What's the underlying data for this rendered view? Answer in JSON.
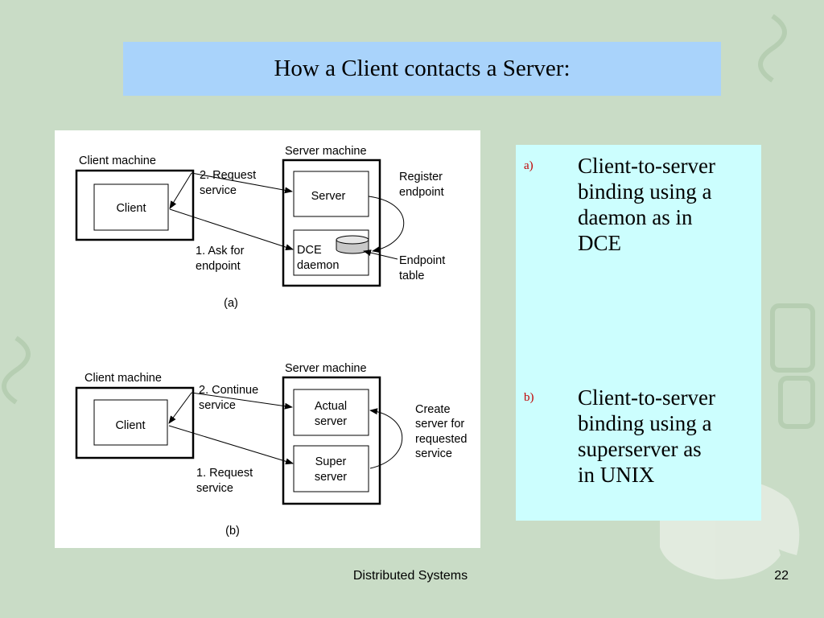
{
  "slide": {
    "title": "How a Client contacts a Server:",
    "footer": "Distributed Systems",
    "page_number": "22"
  },
  "diagram_a": {
    "server_machine_label": "Server machine",
    "client_machine_label": "Client machine",
    "client_label": "Client",
    "server_label": "Server",
    "dce_line1": "DCE",
    "dce_line2": "daemon",
    "request_line1": "2. Request",
    "request_line2": "service",
    "ask_line1": "1. Ask for",
    "ask_line2": "endpoint",
    "register_line1": "Register",
    "register_line2": "endpoint",
    "endpoint_line1": "Endpoint",
    "endpoint_line2": "table",
    "caption": "(a)"
  },
  "diagram_b": {
    "server_machine_label": "Server machine",
    "client_machine_label": "Client machine",
    "client_label": "Client",
    "actual_line1": "Actual",
    "actual_line2": "server",
    "super_line1": "Super",
    "super_line2": "server",
    "continue_line1": "2. Continue",
    "continue_line2": "service",
    "request_line1": "1. Request",
    "request_line2": "service",
    "create_line1": "Create",
    "create_line2": "server for",
    "create_line3": "requested",
    "create_line4": "service",
    "caption": "(b)"
  },
  "bullets": [
    {
      "marker": "a)",
      "line1": "Client-to-server",
      "line2": "binding using a",
      "line3": "daemon as in",
      "line4": "DCE"
    },
    {
      "marker": "b)",
      "line1": "Client-to-server",
      "line2": "binding using a",
      "line3": "superserver as",
      "line4": "in UNIX"
    }
  ],
  "colors": {
    "background": "#c9dcc6",
    "title_box": "#a9d3fb",
    "text_panel": "#ccfefe",
    "marker": "#c00000"
  }
}
